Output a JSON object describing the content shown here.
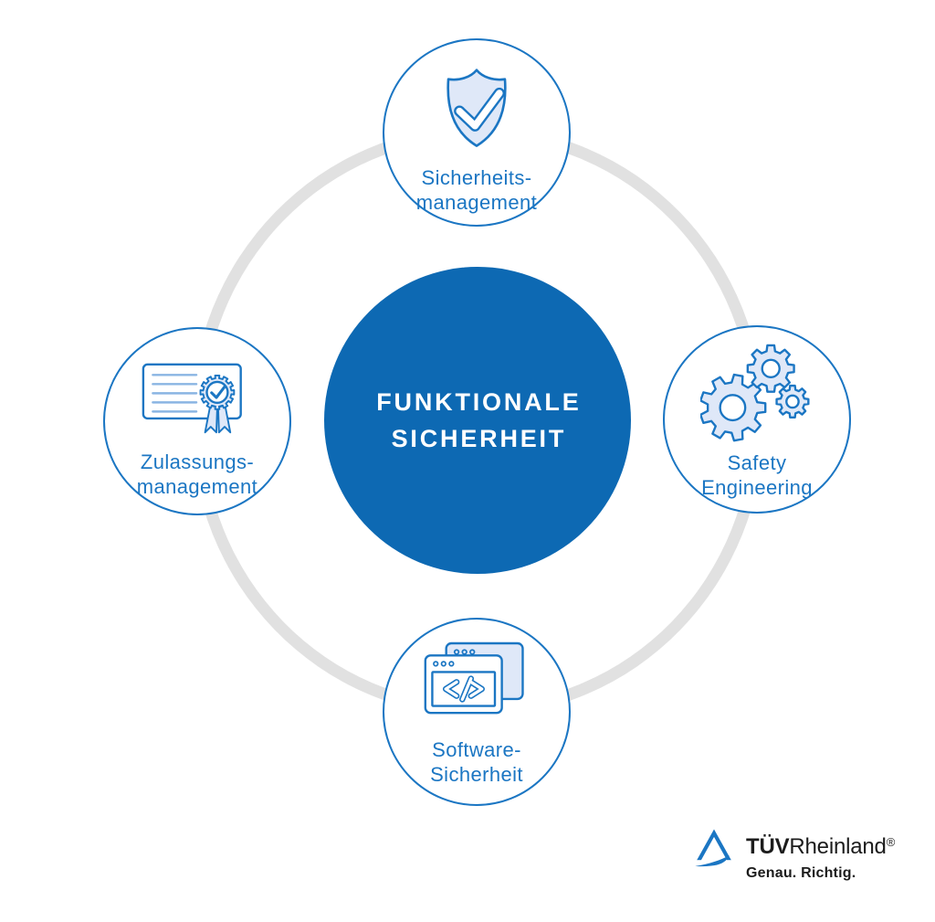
{
  "colors": {
    "primary_blue": "#0d69b3",
    "stroke_blue": "#1b76c3",
    "icon_fill": "#dfe8f8",
    "line_blue": "#8ab5e3",
    "ring_gray": "#e1e1e1",
    "logo_blue": "#1b76c3",
    "text_dark": "#1c1c1c"
  },
  "center": {
    "line1": "FUNKTIONALE",
    "line2": "SICHERHEIT"
  },
  "nodes": [
    {
      "id": "sicherheitsmanagement",
      "icon": "shield-check-icon",
      "line1": "Sicherheits-",
      "line2": "management"
    },
    {
      "id": "safety-engineering",
      "icon": "gears-icon",
      "line1": "Safety",
      "line2": "Engineering"
    },
    {
      "id": "software-sicherheit",
      "icon": "code-window-icon",
      "line1": "Software-",
      "line2": "Sicherheit"
    },
    {
      "id": "zulassungsmanagement",
      "icon": "certificate-icon",
      "line1": "Zulassungs-",
      "line2": "management"
    }
  ],
  "logo": {
    "icon": "tuv-triangle-icon",
    "brand_bold": "TÜV",
    "brand_regular": "Rheinland",
    "registered": "®",
    "tagline": "Genau. Richtig."
  }
}
